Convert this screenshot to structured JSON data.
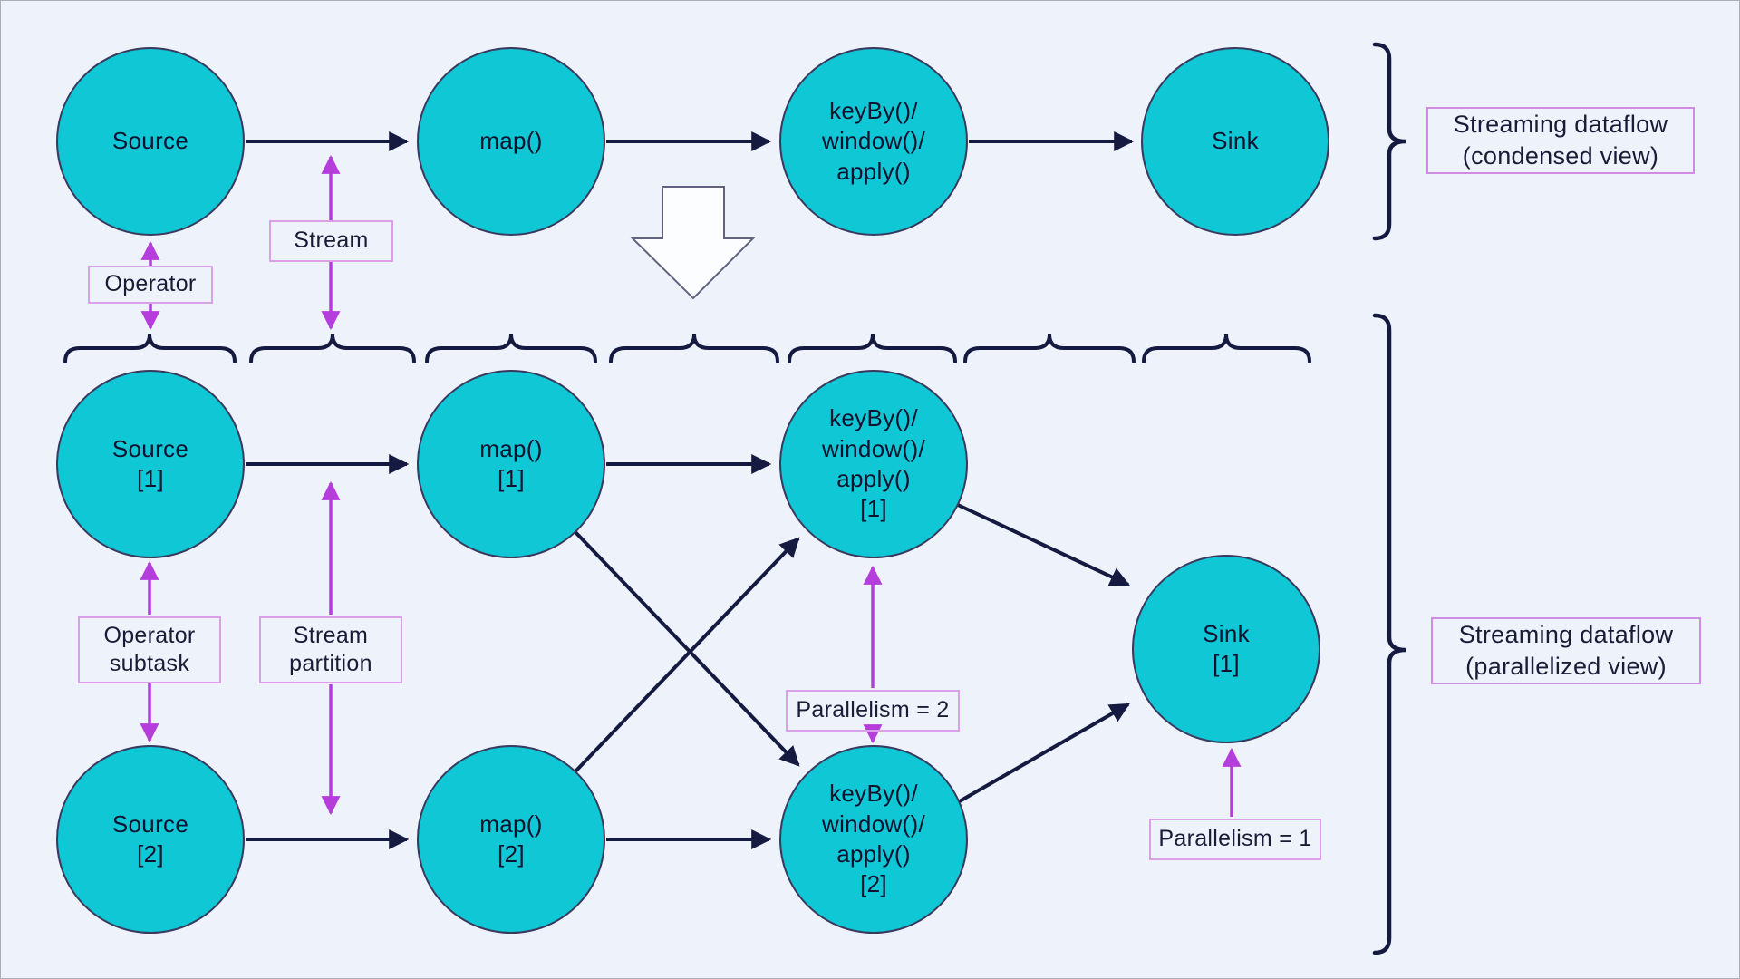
{
  "title": "Streaming dataflow diagram",
  "colors": {
    "background": "#eef2fb",
    "node_fill": "#0fc7d5",
    "node_border": "#3a3a5e",
    "flow_arrow": "#151a40",
    "annotation_arrow": "#b43ddb",
    "label_border": "#d9a0e8",
    "text": "#1b1b38"
  },
  "condensed": {
    "nodes": [
      {
        "lines": [
          "Source"
        ]
      },
      {
        "lines": [
          "map()"
        ]
      },
      {
        "lines": [
          "keyBy()/",
          "window()/",
          "apply()"
        ]
      },
      {
        "lines": [
          "Sink"
        ]
      }
    ],
    "brace_label": {
      "lines": [
        "Streaming dataflow",
        "(condensed view)"
      ]
    }
  },
  "parallelized": {
    "nodes": [
      {
        "lines": [
          "Source",
          "[1]"
        ]
      },
      {
        "lines": [
          "map()",
          "[1]"
        ]
      },
      {
        "lines": [
          "keyBy()/",
          "window()/",
          "apply()",
          "[1]"
        ]
      },
      {
        "lines": [
          "Source",
          "[2]"
        ]
      },
      {
        "lines": [
          "map()",
          "[2]"
        ]
      },
      {
        "lines": [
          "keyBy()/",
          "window()/",
          "apply()",
          "[2]"
        ]
      },
      {
        "lines": [
          "Sink",
          "[1]"
        ]
      }
    ],
    "brace_label": {
      "lines": [
        "Streaming dataflow",
        "(parallelized view)"
      ]
    }
  },
  "annotations": {
    "operator": {
      "lines": [
        "Operator"
      ]
    },
    "stream": {
      "lines": [
        "Stream"
      ]
    },
    "operator_subtask": {
      "lines": [
        "Operator",
        "subtask"
      ]
    },
    "stream_partition": {
      "lines": [
        "Stream",
        "partition"
      ]
    },
    "parallelism_2": {
      "lines": [
        "Parallelism = 2"
      ]
    },
    "parallelism_1": {
      "lines": [
        "Parallelism = 1"
      ]
    }
  }
}
